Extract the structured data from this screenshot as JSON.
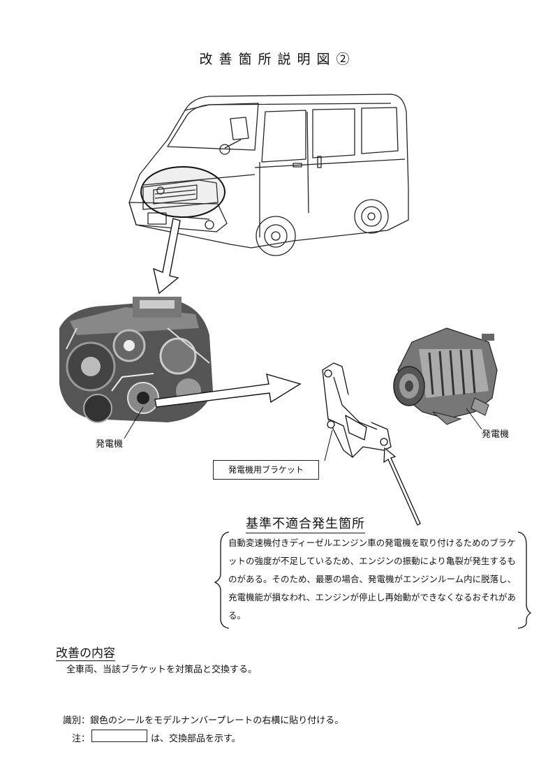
{
  "title": "改善箇所説明図②",
  "labels": {
    "generator_left": "発電機",
    "generator_right": "発電機",
    "bracket": "発電機用ブラケット"
  },
  "defect": {
    "heading": "基準不適合発生箇所",
    "text": "自動変速機付きディーゼルエンジン車の発電機を取り付けるためのブラケットの強度が不足しているため、エンジンの振動により亀裂が発生するものがある。そのため、最悪の場合、発電機がエンジンルーム内に脱落し、充電機能が損なわれ、エンジンが停止し再始動ができなくなるおそれがある。"
  },
  "improvement": {
    "heading": "改善の内容",
    "text": "全車両、当該ブラケットを対策品と交換する。"
  },
  "identification": "識別：銀色のシールをモデルナンバープレートの右横に貼り付ける。",
  "note": {
    "label": "注：",
    "text": "は、交換部品を示す。"
  }
}
